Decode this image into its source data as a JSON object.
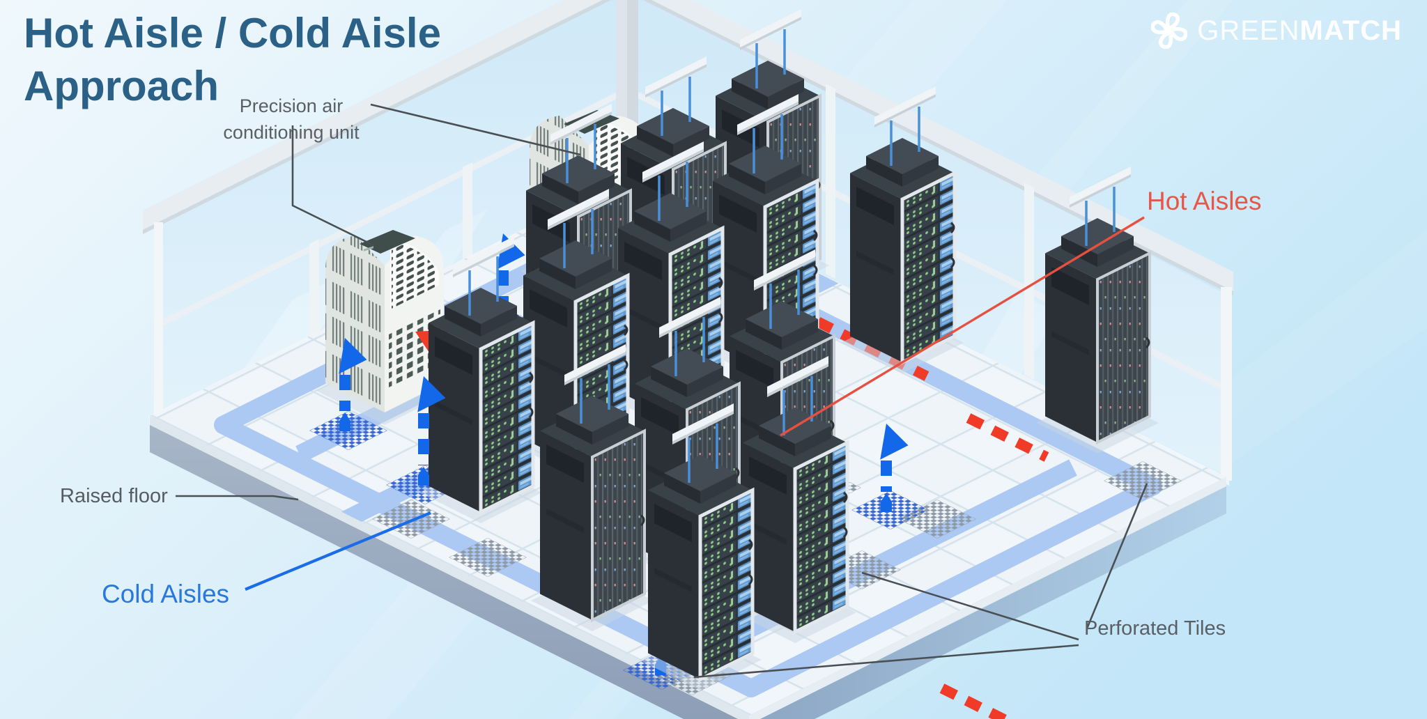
{
  "title": {
    "line1": "Hot Aisle / Cold Aisle",
    "line2": "Approach"
  },
  "logo": {
    "brand_light": "GREEN",
    "brand_bold": "MATCH"
  },
  "labels": {
    "ac_unit": "Precision air conditioning unit",
    "hot_aisles": "Hot Aisles",
    "cold_aisles": "Cold Aisles",
    "raised_floor": "Raised floor",
    "perforated_tiles": "Perforated Tiles"
  },
  "colors": {
    "title_text": "#2b6187",
    "label_gray": "#595f64",
    "hot_label": "#e65748",
    "cold_label": "#2878dd",
    "hot_air_arrow": "#f03b28",
    "cold_air_arrow": "#1268e8",
    "floor_stripe": "#abc9f3",
    "background": "#cfeaf9",
    "rack_body": "#2b3137",
    "ac_body": "#f1f4f1"
  }
}
